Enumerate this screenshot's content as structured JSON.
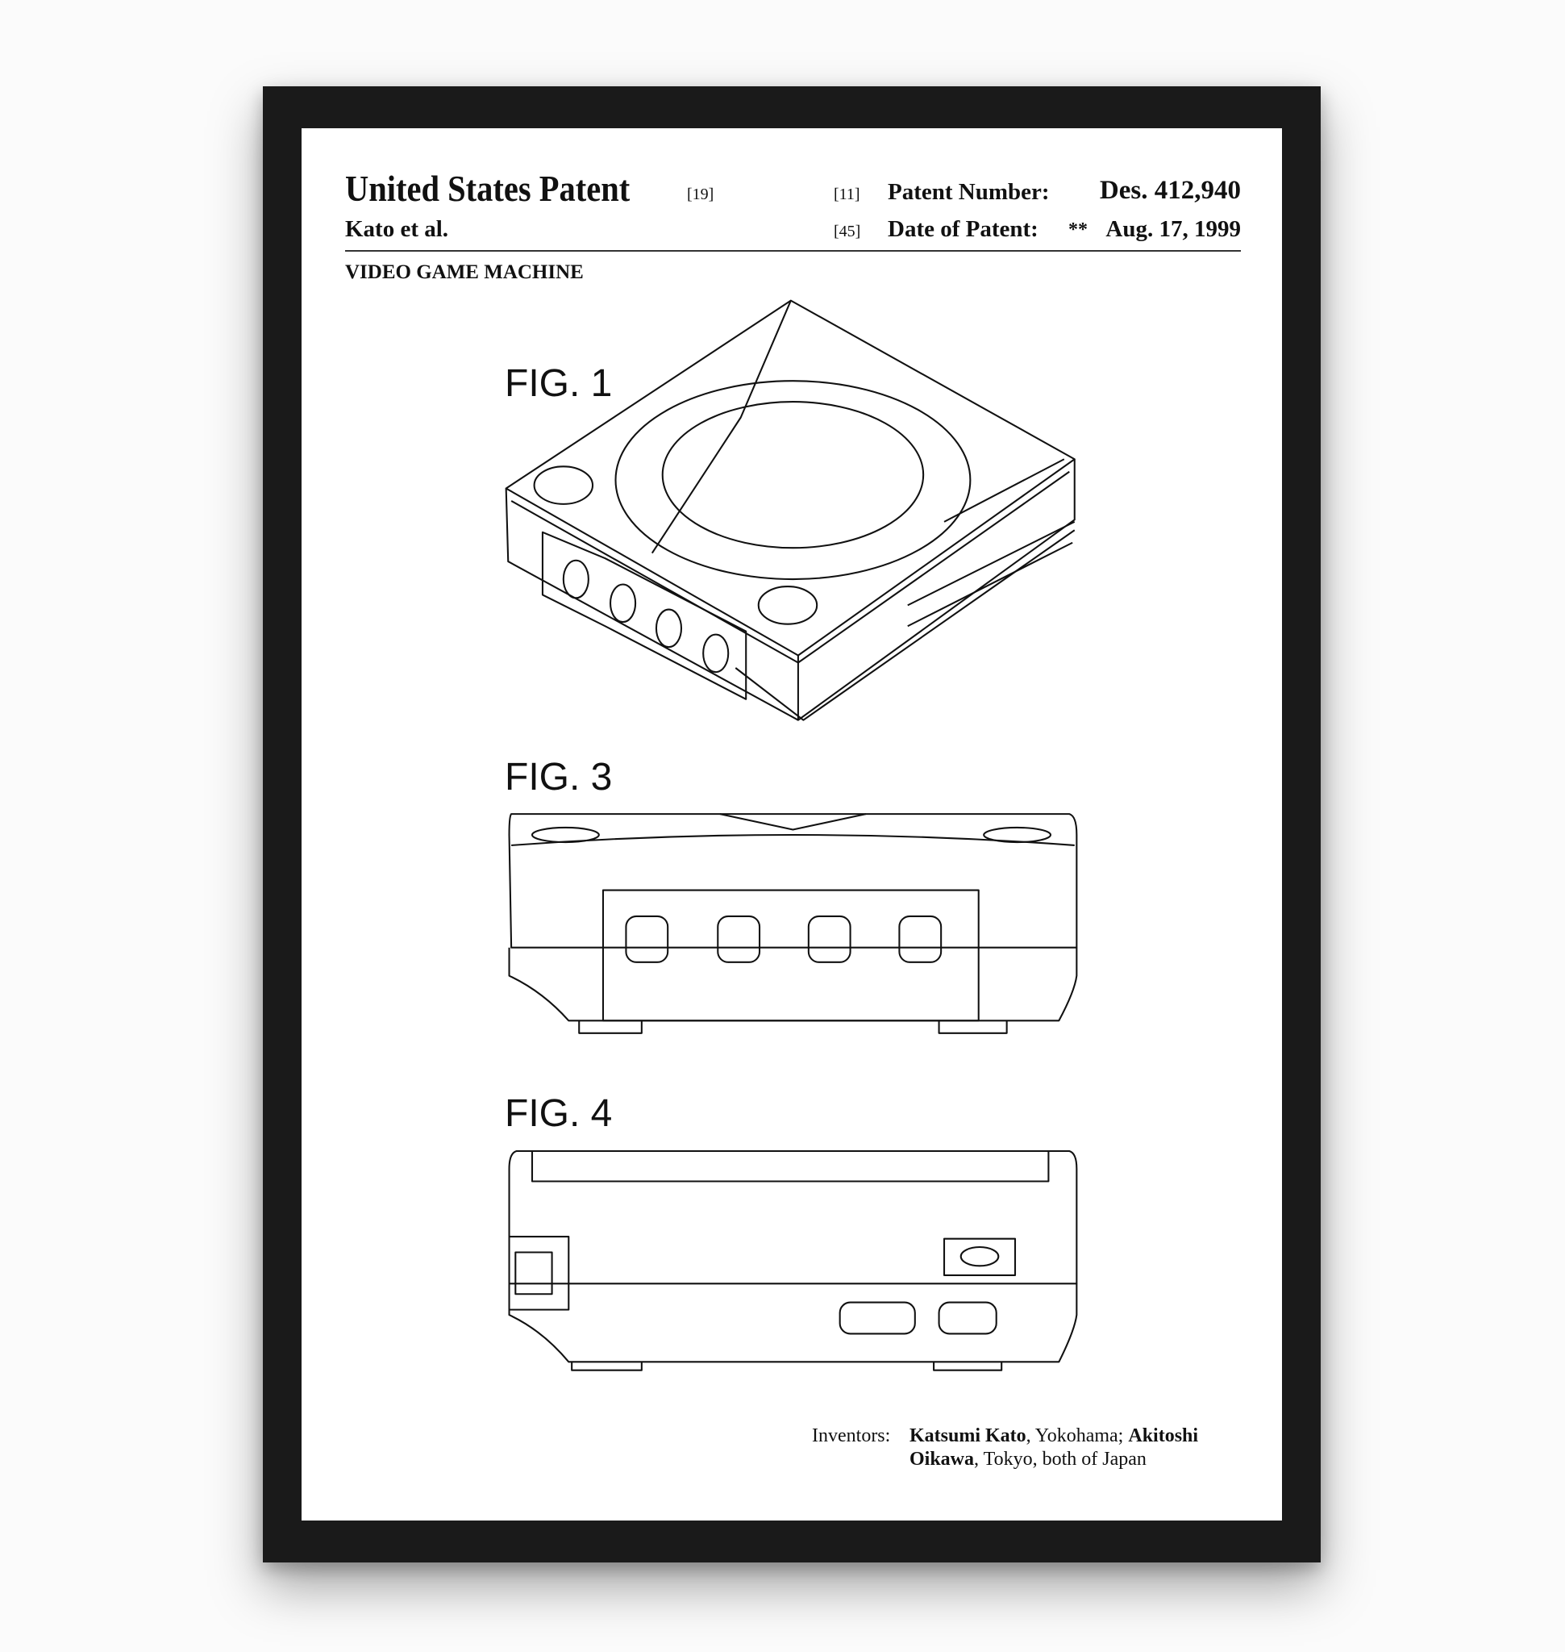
{
  "header": {
    "title": "United States Patent",
    "title_ref": "[19]",
    "inventor_short": "Kato et al.",
    "patent_number_ref": "[11]",
    "patent_number_label": "Patent Number:",
    "patent_number": "Des. 412,940",
    "date_ref": "[45]",
    "date_label": "Date of Patent:",
    "date_mark": "**",
    "date": "Aug. 17, 1999"
  },
  "subject": "VIDEO GAME MACHINE",
  "figures": [
    {
      "label": "FIG. 1"
    },
    {
      "label": "FIG. 3"
    },
    {
      "label": "FIG. 4"
    }
  ],
  "inventors": {
    "label": "Inventors:",
    "name1": "Katsumi Kato",
    "place1": ", Yokohama; ",
    "name2a": "Akitoshi",
    "name2b": "Oikawa",
    "place2": ", Tokyo, both of Japan"
  }
}
